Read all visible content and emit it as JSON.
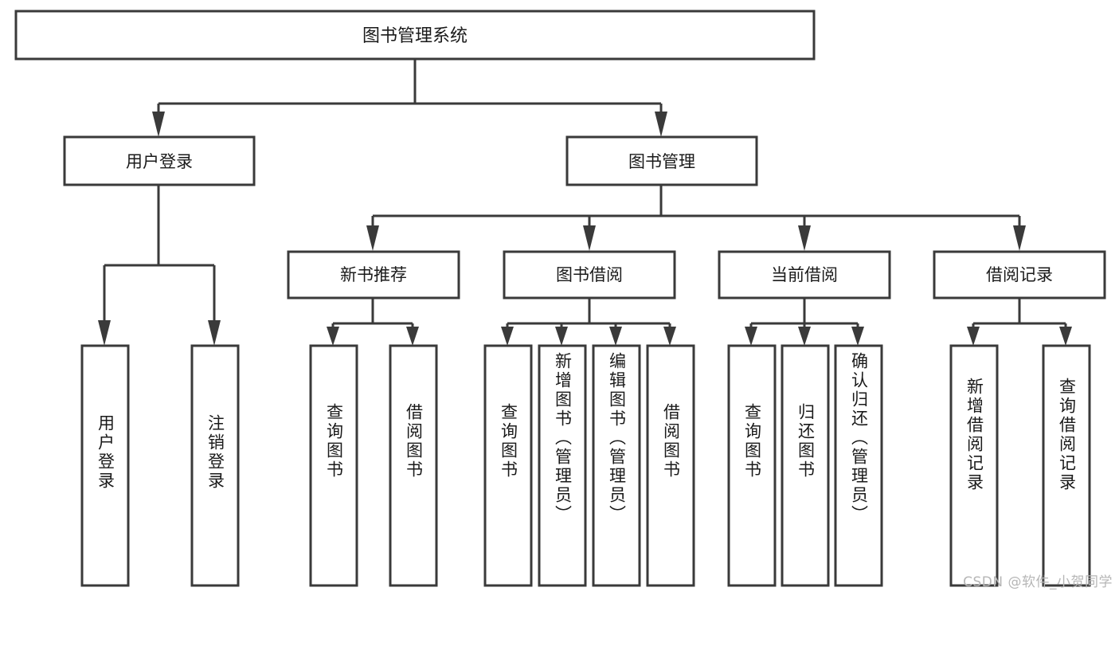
{
  "diagram": {
    "type": "tree",
    "title": "图书管理系统",
    "orientation": "top-down",
    "watermark": "CSDN @软件_小贺同学",
    "colors": {
      "stroke": "#3a3a3a",
      "fill": "#ffffff",
      "text": "#1a1a1a",
      "watermark": "#b6b6b6",
      "background": "#ffffff"
    },
    "levels": {
      "root": [
        "图书管理系统"
      ],
      "level2": [
        "用户登录",
        "图书管理"
      ],
      "level3": [
        "新书推荐",
        "图书借阅",
        "当前借阅",
        "借阅记录"
      ],
      "leaves": [
        "用户登录",
        "注销登录",
        "查询图书",
        "借阅图书",
        "查询图书",
        "新增图书（管理员）",
        "编辑图书（管理员）",
        "借阅图书",
        "查询图书",
        "归还图书",
        "确认归还（管理员）",
        "新增借阅记录",
        "查询借阅记录"
      ]
    },
    "nodes": {
      "root": {
        "label": "图书管理系统"
      },
      "user_login": {
        "label": "用户登录"
      },
      "book_manage": {
        "label": "图书管理"
      },
      "new_book_rec": {
        "label": "新书推荐"
      },
      "book_borrow": {
        "label": "图书借阅"
      },
      "current_borrow": {
        "label": "当前借阅"
      },
      "borrow_record": {
        "label": "借阅记录"
      },
      "leaf_user_login": {
        "label": "用户登录"
      },
      "leaf_logout": {
        "label": "注销登录"
      },
      "leaf_query_book_a": {
        "label": "查询图书"
      },
      "leaf_borrow_book_a": {
        "label": "借阅图书"
      },
      "leaf_query_book_b": {
        "label": "查询图书"
      },
      "leaf_add_book": {
        "label": "新增图书（管理员）"
      },
      "leaf_edit_book": {
        "label": "编辑图书（管理员）"
      },
      "leaf_borrow_book_b": {
        "label": "借阅图书"
      },
      "leaf_query_book_c": {
        "label": "查询图书"
      },
      "leaf_return_book": {
        "label": "归还图书"
      },
      "leaf_confirm_return": {
        "label": "确认归还（管理员）"
      },
      "leaf_add_record": {
        "label": "新增借阅记录"
      },
      "leaf_query_record": {
        "label": "查询借阅记录"
      }
    },
    "edges": [
      {
        "from": "root",
        "to": "user_login"
      },
      {
        "from": "root",
        "to": "book_manage"
      },
      {
        "from": "user_login",
        "to": "leaf_user_login"
      },
      {
        "from": "user_login",
        "to": "leaf_logout"
      },
      {
        "from": "book_manage",
        "to": "new_book_rec"
      },
      {
        "from": "book_manage",
        "to": "book_borrow"
      },
      {
        "from": "book_manage",
        "to": "current_borrow"
      },
      {
        "from": "book_manage",
        "to": "borrow_record"
      },
      {
        "from": "new_book_rec",
        "to": "leaf_query_book_a"
      },
      {
        "from": "new_book_rec",
        "to": "leaf_borrow_book_a"
      },
      {
        "from": "book_borrow",
        "to": "leaf_query_book_b"
      },
      {
        "from": "book_borrow",
        "to": "leaf_add_book"
      },
      {
        "from": "book_borrow",
        "to": "leaf_edit_book"
      },
      {
        "from": "book_borrow",
        "to": "leaf_borrow_book_b"
      },
      {
        "from": "current_borrow",
        "to": "leaf_query_book_c"
      },
      {
        "from": "current_borrow",
        "to": "leaf_return_book"
      },
      {
        "from": "current_borrow",
        "to": "leaf_confirm_return"
      },
      {
        "from": "borrow_record",
        "to": "leaf_add_record"
      },
      {
        "from": "borrow_record",
        "to": "leaf_query_record"
      }
    ]
  }
}
